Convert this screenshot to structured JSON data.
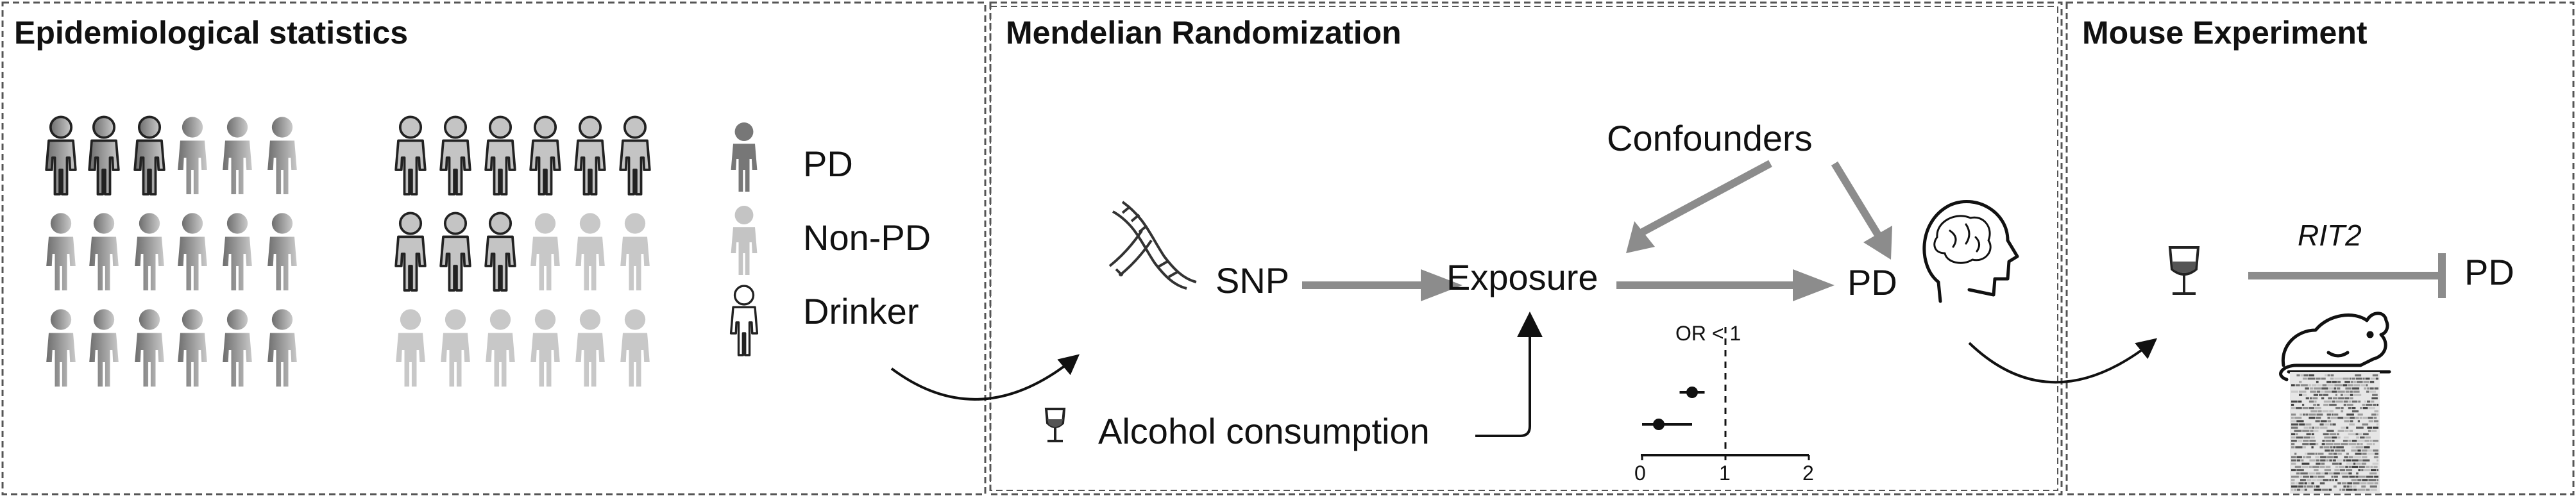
{
  "panels": {
    "epi": {
      "title": "Epidemiological statistics"
    },
    "mr": {
      "title": "Mendelian Randomization"
    },
    "mouse": {
      "title": "Mouse Experiment"
    }
  },
  "legend": {
    "pd": "PD",
    "non_pd": "Non-PD",
    "drinker": "Drinker"
  },
  "mr": {
    "confounders": "Confounders",
    "snp": "SNP",
    "exposure": "Exposure",
    "outcome": "PD",
    "alcohol": "Alcohol consumption",
    "forest": {
      "label": "OR < 1",
      "ticks": [
        "0",
        "1",
        "2"
      ],
      "estimates": [
        0.6,
        0.2
      ],
      "lower": [
        0.45,
        0.0
      ],
      "upper": [
        0.75,
        0.6
      ]
    }
  },
  "mouse": {
    "gene": "RIT2",
    "outcome": "PD"
  },
  "colors": {
    "arrow": "#8c8c8c",
    "pd_figure": "#8a8a8a",
    "non_pd_figure": "#c4c4c4",
    "text": "#111111"
  }
}
